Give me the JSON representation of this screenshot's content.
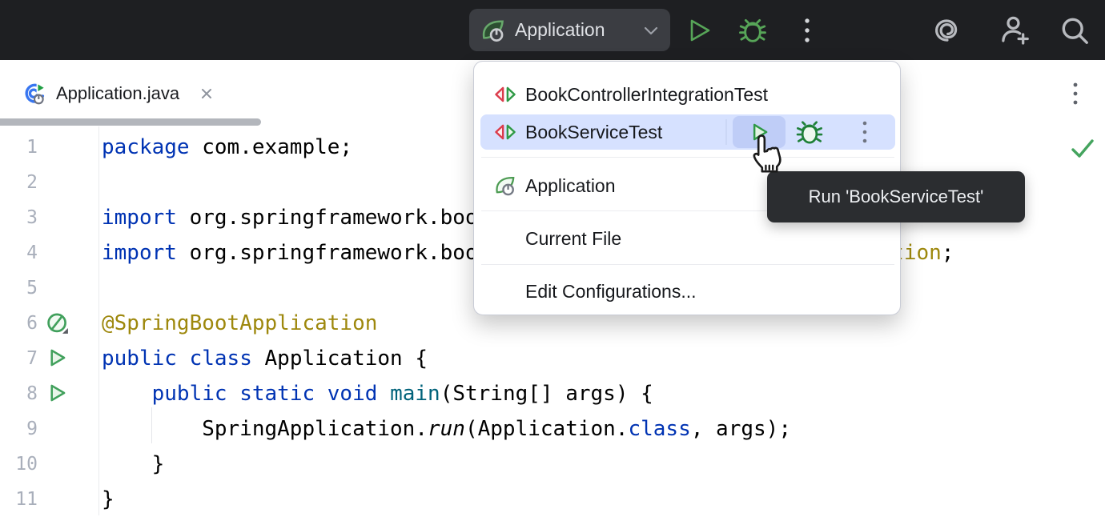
{
  "colors": {
    "toolbar_bg": "#1E1F22",
    "chip_bg": "#3B3D42",
    "keyword": "#0033B3",
    "annotation": "#9E880D",
    "method_declaration": "#00627A",
    "menu_selection": "#D6E1FF",
    "run_green": "#2E9945",
    "tooltip_bg": "#2B2D30"
  },
  "toolbar": {
    "run_config_label": "Application",
    "run_config_icon": "spring-boot-icon",
    "actions": [
      "run-icon",
      "debug-icon",
      "more-icon"
    ],
    "right_actions": [
      "ai-assistant-icon",
      "code-with-me-icon",
      "search-icon"
    ]
  },
  "tab_bar": {
    "tabs": [
      {
        "title": "Application.java",
        "icon": "spring-boot-run-icon",
        "close": "close-icon"
      }
    ],
    "more": "more-icon"
  },
  "run_menu": {
    "items": [
      {
        "label": "BookControllerIntegrationTest",
        "icon": "junit-test-icon",
        "selected": false
      },
      {
        "label": "BookServiceTest",
        "icon": "junit-test-icon",
        "selected": true,
        "actions": [
          "run-icon",
          "debug-icon",
          "more-icon"
        ]
      },
      {
        "label": "Application",
        "icon": "spring-boot-icon",
        "selected": false
      },
      {
        "label": "Current File",
        "icon": null,
        "selected": false
      },
      {
        "label": "Edit Configurations...",
        "icon": null,
        "selected": false
      }
    ]
  },
  "tooltip": {
    "text": "Run 'BookServiceTest'"
  },
  "editor": {
    "inspection_status": "ok-checkmark-icon",
    "lines": [
      {
        "num": "1",
        "gutter_icon": null,
        "tokens": [
          {
            "t": "package",
            "c": "kw"
          },
          {
            "t": " com.example;",
            "c": "pl"
          }
        ]
      },
      {
        "num": "2",
        "gutter_icon": null,
        "tokens": []
      },
      {
        "num": "3",
        "gutter_icon": null,
        "tokens": [
          {
            "t": "import",
            "c": "kw"
          },
          {
            "t": " org.springframework.boot.SpringApplication;",
            "c": "pl"
          }
        ]
      },
      {
        "num": "4",
        "gutter_icon": null,
        "tokens": [
          {
            "t": "import",
            "c": "kw"
          },
          {
            "t": " org.springframework.boot.autoconfigure.",
            "c": "pl"
          },
          {
            "t": "SpringBootApplication",
            "c": "ann"
          },
          {
            "t": ";",
            "c": "pl"
          }
        ]
      },
      {
        "num": "5",
        "gutter_icon": null,
        "tokens": []
      },
      {
        "num": "6",
        "gutter_icon": "spring-bean-icon",
        "tokens": [
          {
            "t": "@SpringBootApplication",
            "c": "ann"
          }
        ]
      },
      {
        "num": "7",
        "gutter_icon": "run-icon",
        "tokens": [
          {
            "t": "public",
            "c": "kw"
          },
          {
            "t": " ",
            "c": "pl"
          },
          {
            "t": "class",
            "c": "kw"
          },
          {
            "t": " Application {",
            "c": "pl"
          }
        ]
      },
      {
        "num": "8",
        "gutter_icon": "run-icon",
        "tokens": [
          {
            "t": "    ",
            "c": "pl"
          },
          {
            "t": "public",
            "c": "kw"
          },
          {
            "t": " ",
            "c": "pl"
          },
          {
            "t": "static",
            "c": "kw"
          },
          {
            "t": " ",
            "c": "pl"
          },
          {
            "t": "void",
            "c": "kw"
          },
          {
            "t": " ",
            "c": "pl"
          },
          {
            "t": "main",
            "c": "decl"
          },
          {
            "t": "(String[] args) {",
            "c": "pl"
          }
        ]
      },
      {
        "num": "9",
        "gutter_icon": null,
        "tokens": [
          {
            "t": "        SpringApplication.",
            "c": "pl"
          },
          {
            "t": "run",
            "c": "em"
          },
          {
            "t": "(Application.",
            "c": "pl"
          },
          {
            "t": "class",
            "c": "kw"
          },
          {
            "t": ", args);",
            "c": "pl"
          }
        ]
      },
      {
        "num": "10",
        "gutter_icon": null,
        "tokens": [
          {
            "t": "    }",
            "c": "pl"
          }
        ]
      },
      {
        "num": "11",
        "gutter_icon": null,
        "tokens": [
          {
            "t": "}",
            "c": "pl"
          }
        ]
      }
    ]
  }
}
